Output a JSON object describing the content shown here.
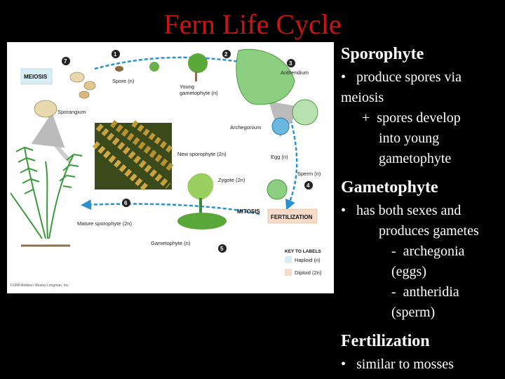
{
  "slide": {
    "title": "Fern Life Cycle"
  },
  "figure": {
    "labels": {
      "meiosis": "MEIOSIS",
      "spore": "Spore (n)",
      "young_gametophyte": "Young",
      "young_gametophyte_2": "gametophyte (n)",
      "antheridium": "Antheridium",
      "sporangium": "Sporangium",
      "archegonium": "Archegonium",
      "new_sporophyte": "New sporophyte (2n)",
      "egg": "Egg (n)",
      "sperm": "Sperm (n)",
      "zygote": "Zygote (2n)",
      "mitosis": "MITOSIS",
      "fertilization": "FERTILIZATION",
      "mature_sporophyte": "Mature sporophyte (2n)",
      "gametophyte": "Gametophyte (n)",
      "key_title": "KEY TO LABELS",
      "haploid": "Haploid (n)",
      "diploid": "Diploid (2n)",
      "copyright": "©1999 Addison Wesley Longman, Inc."
    },
    "step_numbers": [
      "1",
      "2",
      "3",
      "4",
      "5",
      "6",
      "7"
    ],
    "colors": {
      "haploid": "#d8eef4",
      "diploid": "#f6dcc8",
      "arrow": "#2a90d0",
      "plant": "#3a9a3a"
    }
  },
  "notes": {
    "sporophyte": {
      "heading": "Sporophyte",
      "bullet_marker": "•",
      "bullet": "produce spores via",
      "bullet_cont": "meiosis",
      "sub_marker": "+",
      "sub": "spores develop",
      "sub_cont1": "into young",
      "sub_cont2": "gametophyte"
    },
    "gametophyte": {
      "heading": "Gametophyte",
      "bullet_marker": "•",
      "bullet": "has both sexes and",
      "bullet_cont": "produces gametes",
      "sub1_marker": "-",
      "sub1": "archegonia",
      "sub1_cont": "(eggs)",
      "sub2_marker": "-",
      "sub2": "antheridia",
      "sub2_cont": "(sperm)"
    },
    "fertilization": {
      "heading": "Fertilization",
      "bullet_marker": "•",
      "bullet": "similar to mosses"
    }
  }
}
